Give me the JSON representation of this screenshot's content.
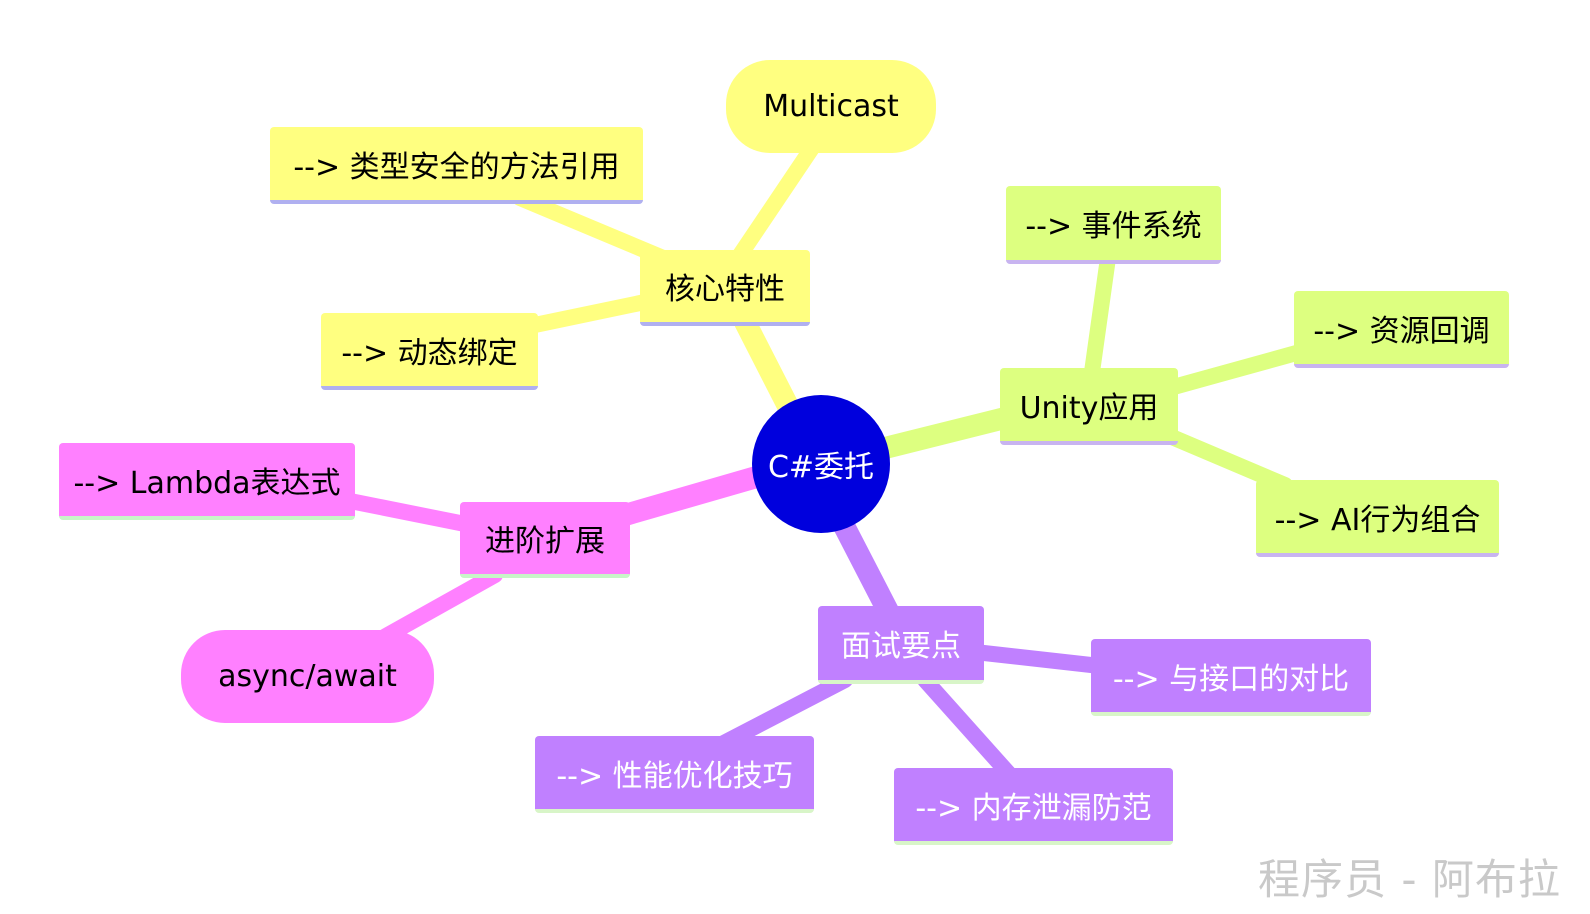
{
  "root": {
    "label": "C#委托",
    "color": "#0000dd"
  },
  "branches": [
    {
      "label": "核心特性",
      "color": "#ffff80",
      "children": [
        "--> 类型安全的方法引用",
        "Multicast",
        "--> 动态绑定"
      ]
    },
    {
      "label": "Unity应用",
      "color": "#ddff80",
      "children": [
        "--> 事件系统",
        "--> 资源回调",
        "--> AI行为组合"
      ]
    },
    {
      "label": "面试要点",
      "color": "#c080ff",
      "children": [
        "--> 与接口的对比",
        "--> 内存泄漏防范",
        "--> 性能优化技巧"
      ]
    },
    {
      "label": "进阶扩展",
      "color": "#ff80ff",
      "children": [
        "--> Lambda表达式",
        "async/await"
      ]
    }
  ],
  "watermark": "程序员 - 阿布拉"
}
